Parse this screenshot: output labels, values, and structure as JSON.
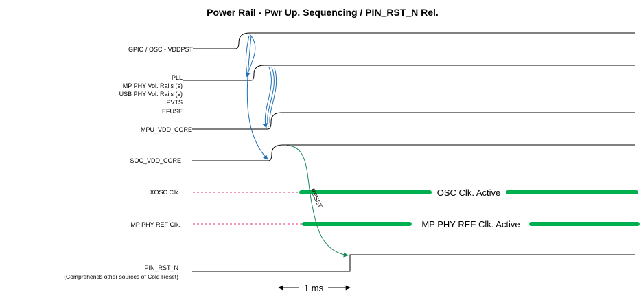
{
  "title": "Power Rail - Pwr Up. Sequencing / PIN_RST_N Rel.",
  "signals": {
    "gpio": "GPIO / OSC - VDDPST",
    "pll_group": [
      "PLL",
      "MP PHY Vol. Rails (s)",
      "USB PHY Vol. Rails (s)",
      "PVTS",
      "EFUSE"
    ],
    "mpu": "MPU_VDD_CORE",
    "soc": "SOC_VDD_CORE",
    "xosc": "XOSC Clk.",
    "mpphy": "MP PHY REF Clk.",
    "pin_rst": "PIN_RST_N",
    "pin_rst_note": "(Comprehends other sources of Cold Reset)"
  },
  "bars": {
    "osc_label": "OSC Clk. Active",
    "mpphy_label": "MP PHY REF Clk. Active"
  },
  "reset_label": "RESET",
  "timing_label": "1 ms",
  "colors": {
    "signal_line": "#000000",
    "arrow": "#1f6fb5",
    "reset_arrow": "#1a8a5a",
    "clock_bar": "#00b050",
    "dashed": "#e0307a"
  }
}
